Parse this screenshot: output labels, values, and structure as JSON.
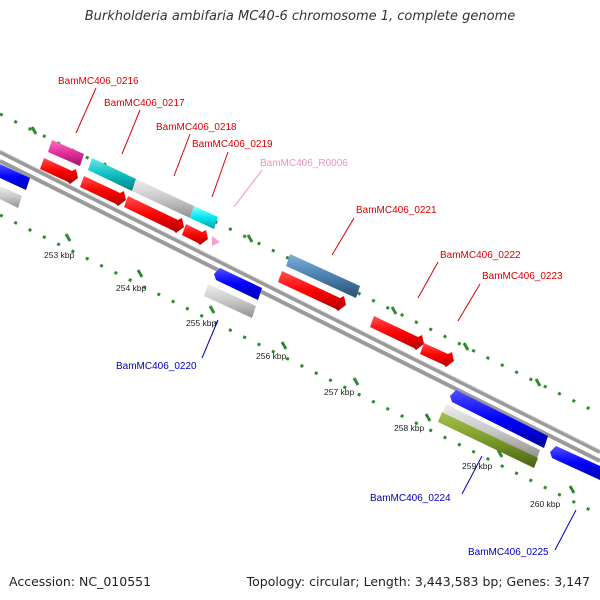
{
  "title": "Burkholderia ambifaria MC40-6 chromosome 1, complete genome",
  "footer": {
    "accession": "Accession: NC_010551",
    "summary": "Topology: circular; Length: 3,443,583 bp; Genes: 3,147"
  },
  "colors": {
    "backbone": "#8c8c8c",
    "ticks": "#2e8b2e",
    "label_forward": "#dd0000",
    "label_reverse": "#0000bb",
    "label_rna": "#f090c0"
  },
  "kbp_labels": [
    "253 kbp",
    "254 kbp",
    "255 kbp",
    "256 kbp",
    "257 kbp",
    "258 kbp",
    "259 kbp",
    "260 kbp"
  ],
  "genes": [
    {
      "id": "BamMC406_0216",
      "strand": "forward",
      "cog_color": "#e0309a"
    },
    {
      "id": "BamMC406_0217",
      "strand": "forward",
      "cog_color": "#10c0c0"
    },
    {
      "id": "BamMC406_0218",
      "strand": "forward",
      "cog_color": "#c8c8c8"
    },
    {
      "id": "BamMC406_0219",
      "strand": "forward",
      "cog_color": "#00e8f0"
    },
    {
      "id": "BamMC406_R0006",
      "strand": "forward",
      "cog_color": "#f4a0d0"
    },
    {
      "id": "BamMC406_0220",
      "strand": "reverse",
      "cog_color": "#c8c8c8"
    },
    {
      "id": "BamMC406_0221",
      "strand": "forward",
      "cog_color": "#4a80b0"
    },
    {
      "id": "BamMC406_0222",
      "strand": "forward",
      "cog_color": "#e8e8e8"
    },
    {
      "id": "BamMC406_0223",
      "strand": "forward",
      "cog_color": "#e8e8e8"
    },
    {
      "id": "BamMC406_0224",
      "strand": "reverse",
      "cog_color": "#7a9a2a"
    },
    {
      "id": "BamMC406_0225",
      "strand": "reverse",
      "cog_color": "#e8e8e8"
    }
  ]
}
